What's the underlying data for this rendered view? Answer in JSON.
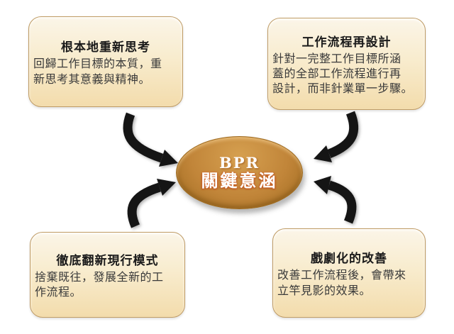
{
  "diagram": {
    "center": {
      "line1": "BPR",
      "line2": "關鍵意涵"
    },
    "boxes": [
      {
        "id": "top-left",
        "title": "根本地重新思考",
        "body": "回歸工作目標的本質，重\n新思考其意義與精神。"
      },
      {
        "id": "top-right",
        "title": "工作流程再設計",
        "body": "針對一完整工作目標所涵\n蓋的全部工作流程進行再\n設計，而非針業單一步驟。"
      },
      {
        "id": "bottom-left",
        "title": "徹底翻新現行模式",
        "body": "捨棄既往，發展全新的工\n作流程。"
      },
      {
        "id": "bottom-right",
        "title": "戲劇化的改善",
        "body": "改善工作流程後，會帶來\n立竿見影的效果。"
      }
    ],
    "arrows": [
      {
        "id": "arrow-top-left",
        "from": "top-left-box",
        "to": "center-ellipse"
      },
      {
        "id": "arrow-top-right",
        "from": "top-right-box",
        "to": "center-ellipse"
      },
      {
        "id": "arrow-bottom-left",
        "from": "bottom-left-box",
        "to": "center-ellipse"
      },
      {
        "id": "arrow-bottom-right",
        "from": "bottom-right-box",
        "to": "center-ellipse"
      }
    ]
  },
  "theme": {
    "bg": "#ffffff",
    "box-fill-top": "#FBF5E8",
    "box-fill-mid": "#F8ECCE",
    "box-fill-bottom": "#F3DCAC",
    "box-border": "#BF9B64",
    "title-color": "#1a1a1a",
    "body-color": "#3a3a3a",
    "ellipse-top": "#D6A050",
    "ellipse-mid": "#C18539",
    "ellipse-bottom": "#9E6A1F",
    "ellipse-text": "#ffffff",
    "arrow": "#151515"
  }
}
